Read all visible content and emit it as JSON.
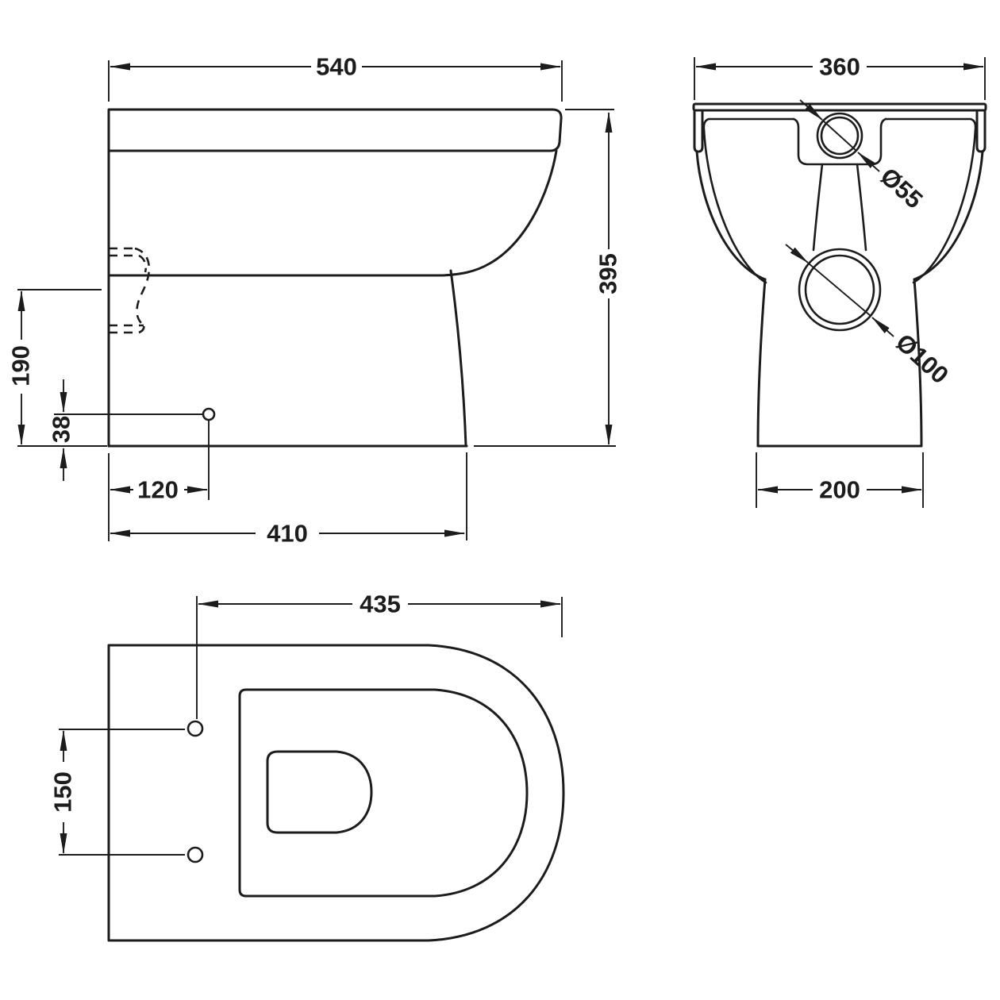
{
  "colors": {
    "background": "#ffffff",
    "line": "#1c1c1c"
  },
  "side_view": {
    "overall_depth": "540",
    "overall_height": "395",
    "soil_pipe_centre_height": "190",
    "fixing_hole_height": "38",
    "fixing_hole_setback": "120",
    "base_depth": "410"
  },
  "front_view": {
    "overall_width": "360",
    "inlet_diameter": "Ø55",
    "outlet_diameter": "Ø100",
    "base_width": "200"
  },
  "top_view": {
    "seat_depth": "435",
    "fixing_hole_spacing": "150"
  }
}
